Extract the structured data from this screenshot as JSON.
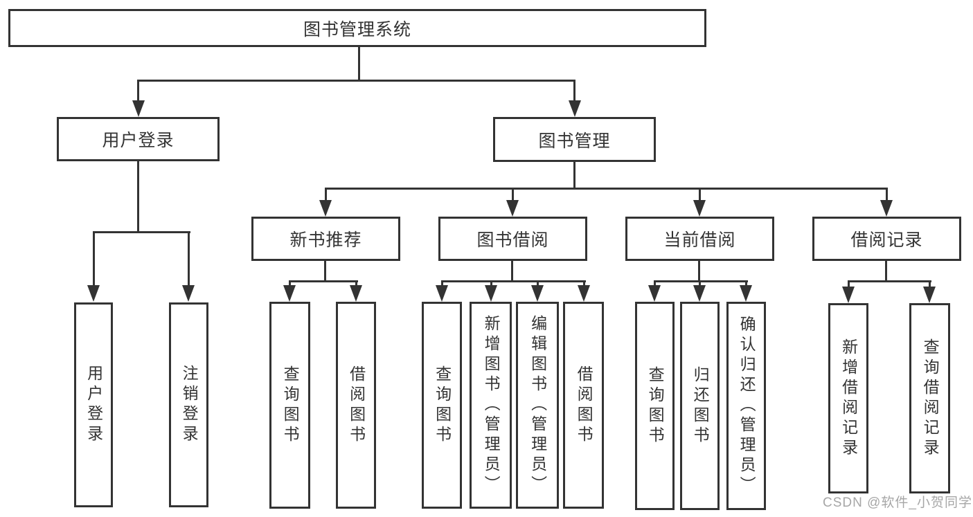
{
  "diagram_title": "图书管理系统",
  "colors": {
    "line": "#333333",
    "box_border": "#333333",
    "text": "#333333",
    "background": "#ffffff",
    "watermark": "#a6a6a6"
  },
  "tree": {
    "label": "图书管理系统",
    "children": [
      {
        "label": "用户登录",
        "children": [
          {
            "label": "用户登录"
          },
          {
            "label": "注销登录"
          }
        ]
      },
      {
        "label": "图书管理",
        "children": [
          {
            "label": "新书推荐",
            "children": [
              {
                "label": "查询图书"
              },
              {
                "label": "借阅图书"
              }
            ]
          },
          {
            "label": "图书借阅",
            "children": [
              {
                "label": "查询图书"
              },
              {
                "label": "新增图书（管理员）"
              },
              {
                "label": "编辑图书（管理员）"
              },
              {
                "label": "借阅图书"
              }
            ]
          },
          {
            "label": "当前借阅",
            "children": [
              {
                "label": "查询图书"
              },
              {
                "label": "归还图书"
              },
              {
                "label": "确认归还（管理员）"
              }
            ]
          },
          {
            "label": "借阅记录",
            "children": [
              {
                "label": "新增借阅记录"
              },
              {
                "label": "查询借阅记录"
              }
            ]
          }
        ]
      }
    ]
  },
  "watermark": {
    "text": "CSDN @软件_小贺同学"
  }
}
